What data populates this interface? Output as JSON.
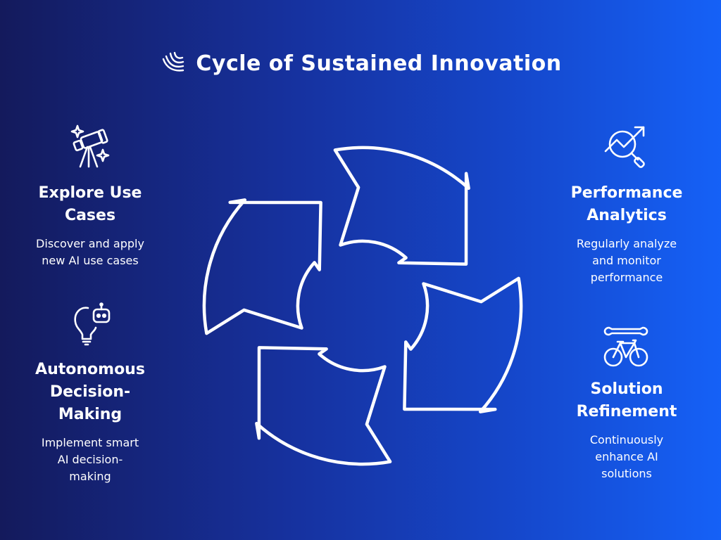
{
  "header": {
    "title": "Cycle of Sustained Innovation",
    "logo_icon": "swoosh-logo-icon"
  },
  "colors": {
    "background_left": "#141a5c",
    "background_right": "#1561f7",
    "stroke": "#ffffff"
  },
  "steps": {
    "explore": {
      "title": "Explore Use\nCases",
      "description": "Discover and apply\nnew AI use cases",
      "icon": "telescope-icon"
    },
    "analytics": {
      "title": "Performance\nAnalytics",
      "description": "Regularly analyze\nand monitor\nperformance",
      "icon": "chart-magnifier-icon"
    },
    "autonomous": {
      "title": "Autonomous\nDecision-\nMaking",
      "description": "Implement smart\nAI decision-\nmaking",
      "icon": "lightbulb-robot-icon"
    },
    "refinement": {
      "title": "Solution\nRefinement",
      "description": "Continuously\nenhance AI\nsolutions",
      "icon": "wrench-bicycle-icon"
    }
  },
  "cycle": {
    "icon": "circular-arrows-cycle-icon",
    "segments": 4
  }
}
